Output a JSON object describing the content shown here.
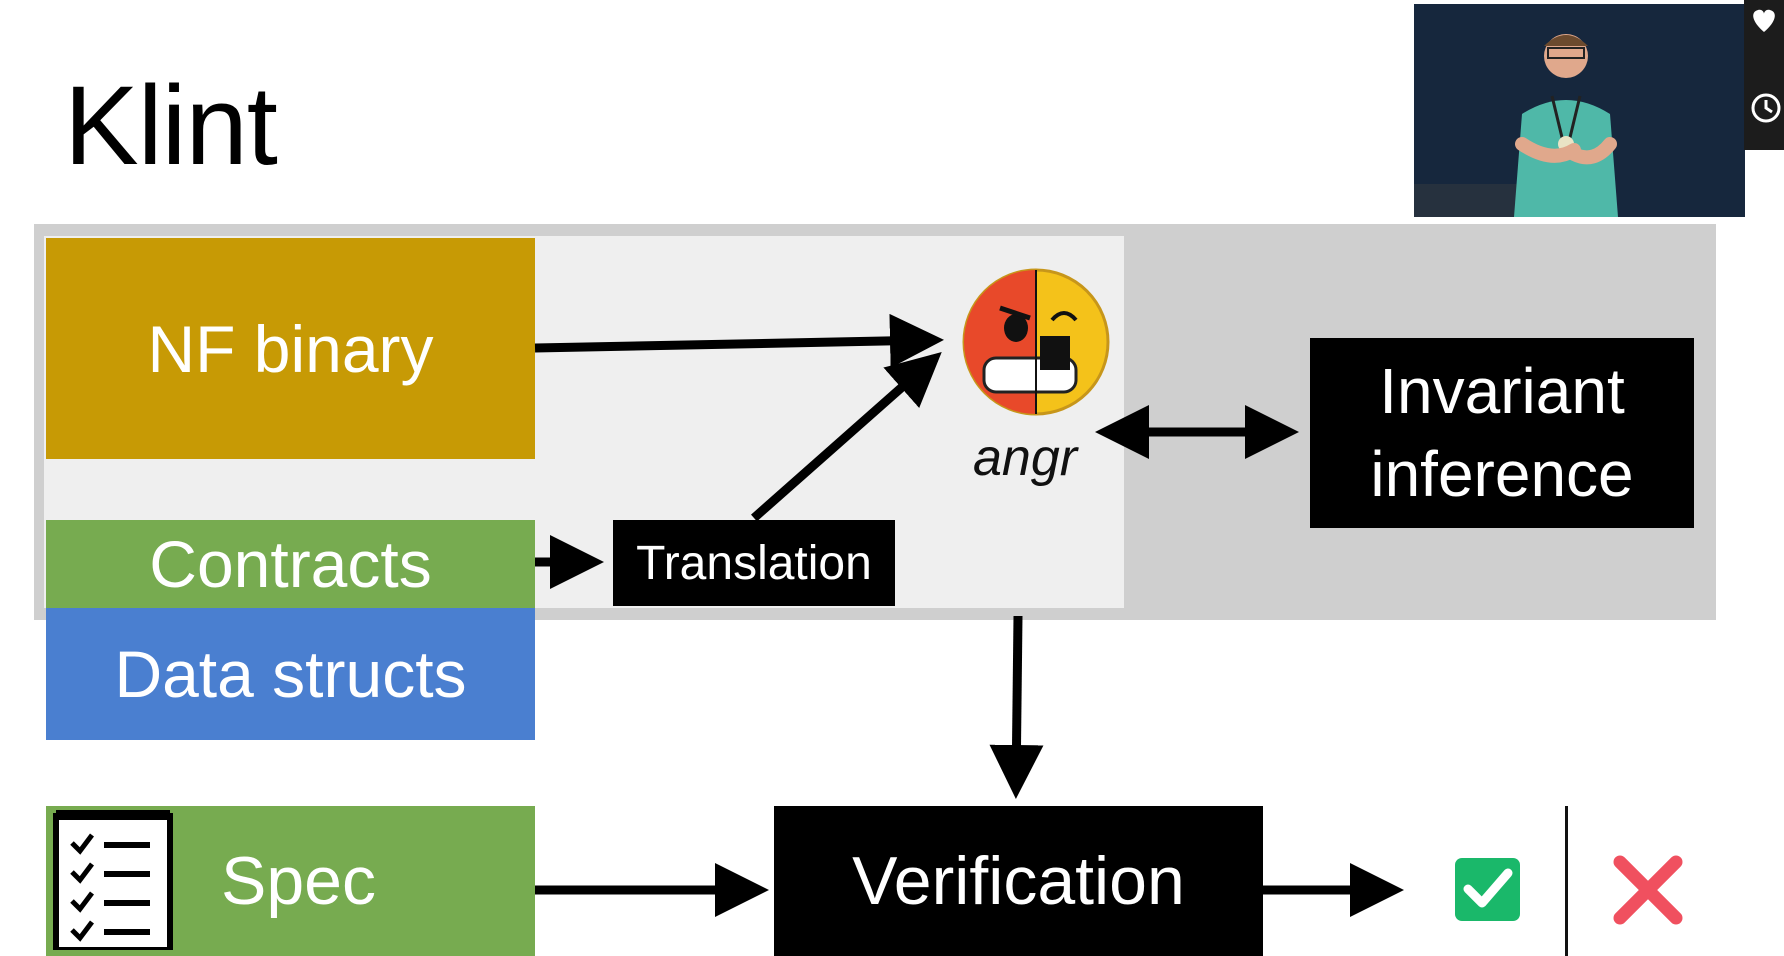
{
  "slide": {
    "title": "Klint"
  },
  "diagram": {
    "nodes": {
      "nf_binary": "NF binary",
      "contracts": "Contracts",
      "data_structs": "Data structs",
      "translation": "Translation",
      "angr": "angr",
      "invariant_line1": "Invariant",
      "invariant_line2": "inference",
      "spec": "Spec",
      "verification": "Verification"
    },
    "results": {
      "success_icon": "check-square-icon",
      "failure_icon": "cross-icon"
    }
  },
  "colors": {
    "nf_binary": "#c79a05",
    "contracts": "#77ab50",
    "data_structs": "#4a7fd0",
    "spec": "#77ab50",
    "check": "#1ab86a",
    "cross": "#f0505f"
  },
  "video_overlay": {
    "icons": [
      "heart-icon",
      "clock-icon"
    ]
  }
}
